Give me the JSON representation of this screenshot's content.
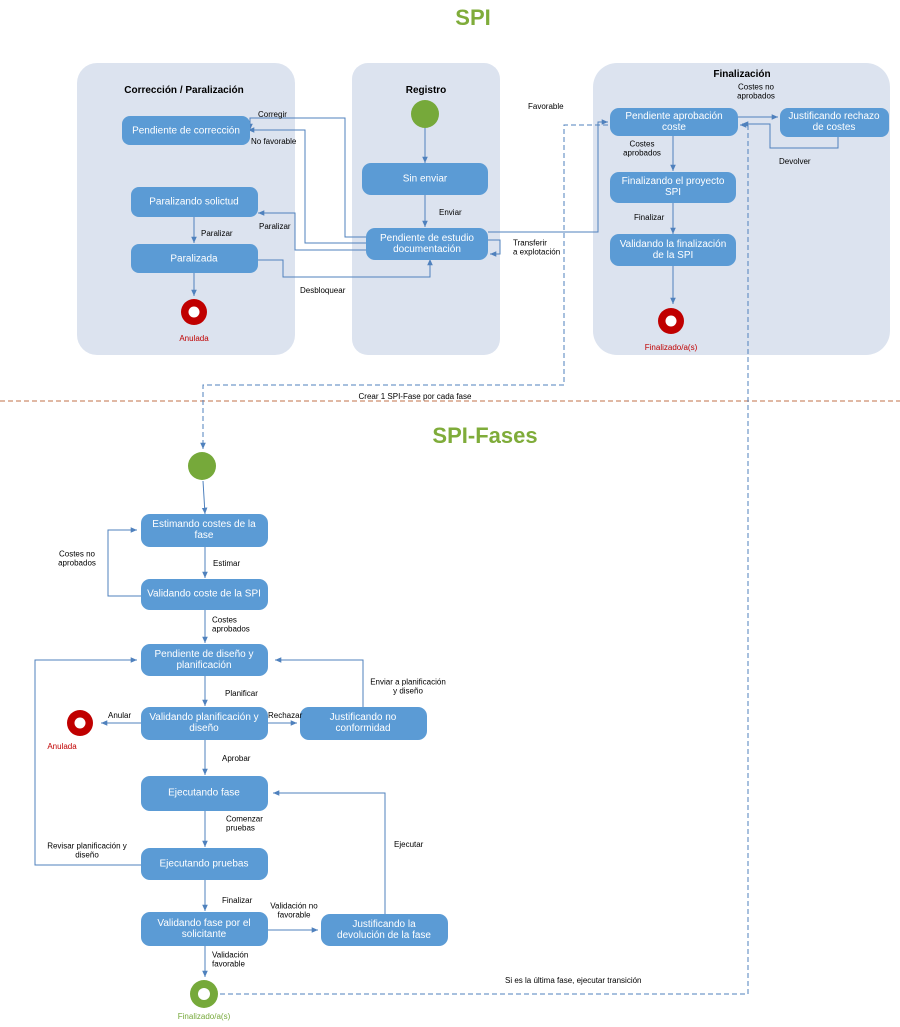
{
  "colors": {
    "title_green": "#7fac3a",
    "lane_fill": "#dce3ef",
    "state_fill": "#5b9bd5",
    "arrow": "#4f81bd",
    "start_fill": "#76a93a",
    "end_red": "#c00000",
    "end_green": "#76a93a",
    "divider": "#c0704a"
  },
  "titles": {
    "spi": "SPI",
    "spi_fases": "SPI-Fases"
  },
  "lanes": {
    "correccion": "Corrección / Paralización",
    "registro": "Registro",
    "finalizacion": "Finalización"
  },
  "states": {
    "pendiente_correccion": [
      "Pendiente de corrección"
    ],
    "paralizando": [
      "Paralizando solictud"
    ],
    "paralizada": [
      "Paralizada"
    ],
    "sin_enviar": [
      "Sin enviar"
    ],
    "pendiente_estudio": [
      "Pendiente de estudio",
      "documentación"
    ],
    "pendiente_aprobacion": [
      "Pendiente aprobación",
      "coste"
    ],
    "justificando_rechazo": [
      "Justificando rechazo",
      "de costes"
    ],
    "finalizando_proyecto": [
      "Finalizando el proyecto",
      "SPI"
    ],
    "validando_finalizacion": [
      "Validando la finalización",
      "de la SPI"
    ],
    "estimando_costes": [
      "Estimando costes de la",
      "fase"
    ],
    "validando_coste": [
      "Validando coste de la SPI"
    ],
    "pendiente_diseno": [
      "Pendiente de diseño y",
      "planificación"
    ],
    "validando_planificacion": [
      "Validando planificación y",
      "diseño"
    ],
    "justificando_no_conformidad": [
      "Justificando no",
      "conformidad"
    ],
    "ejecutando_fase": [
      "Ejecutando fase"
    ],
    "ejecutando_pruebas": [
      "Ejecutando pruebas"
    ],
    "validando_fase": [
      "Validando fase por el",
      "solicitante"
    ],
    "justificando_devolucion": [
      "Justificando la",
      "devolución de la fase"
    ]
  },
  "end_labels": {
    "anulada_top": "Anulada",
    "finalizado_top": "Finalizado/a(s)",
    "anulada_bottom": "Anulada",
    "finalizado_bottom": "Finalizado/a(s)"
  },
  "transitions": {
    "corregir": [
      "Corregir"
    ],
    "no_favorable": [
      "No favorable"
    ],
    "paralizar_1": [
      "Paralizar"
    ],
    "paralizar_2": [
      "Paralizar"
    ],
    "enviar": [
      "Enviar"
    ],
    "desbloquear": [
      "Desbloquear"
    ],
    "transferir": [
      "Transferir",
      "a explotación"
    ],
    "favorable": [
      "Favorable"
    ],
    "costes_no_aprobados_top": [
      "Costes no",
      "aprobados"
    ],
    "devolver": [
      "Devolver"
    ],
    "costes_aprobados_top": [
      "Costes",
      "aprobados"
    ],
    "finalizar_top": [
      "Finalizar"
    ],
    "crear_spi_fase": [
      "Crear 1 SPI-Fase por cada fase"
    ],
    "costes_no_aprobados_bottom": [
      "Costes no",
      "aprobados"
    ],
    "estimar": [
      "Estimar"
    ],
    "costes_aprobados_bottom": [
      "Costes",
      "aprobados"
    ],
    "planificar": [
      "Planificar"
    ],
    "enviar_planificacion": [
      "Enviar a planificación",
      "y diseño"
    ],
    "anular": [
      "Anular"
    ],
    "rechazar": [
      "Rechazar"
    ],
    "aprobar": [
      "Aprobar"
    ],
    "comenzar_pruebas": [
      "Comenzar",
      "pruebas"
    ],
    "revisar_planificacion": [
      "Revisar planificación y",
      "diseño"
    ],
    "ejecutar": [
      "Ejecutar"
    ],
    "finalizar_bottom": [
      "Finalizar"
    ],
    "validacion_no_favorable": [
      "Validación no",
      "favorable"
    ],
    "validacion_favorable": [
      "Validación",
      "favorable"
    ],
    "ultima_fase": [
      "Si es la última fase, ejecutar transición"
    ]
  }
}
